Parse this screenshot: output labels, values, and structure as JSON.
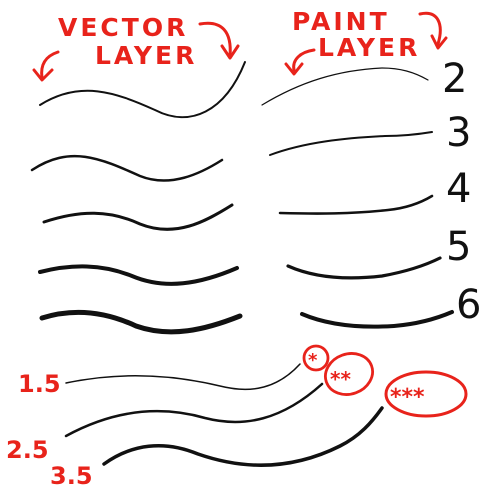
{
  "headers": {
    "vector_line1": "VECTOR",
    "vector_line2": "LAYER",
    "paint_line1": "PAINT",
    "paint_line2": "LAYER"
  },
  "paint_widths": [
    "2",
    "3",
    "4",
    "5",
    "6"
  ],
  "bottom_widths": [
    "1.5",
    "2.5",
    "3.5"
  ],
  "markers": {
    "small": "*",
    "medium": "**",
    "large": "***"
  },
  "colors": {
    "ink": "#111111",
    "annotation": "#e8231b",
    "background": "#ffffff"
  }
}
